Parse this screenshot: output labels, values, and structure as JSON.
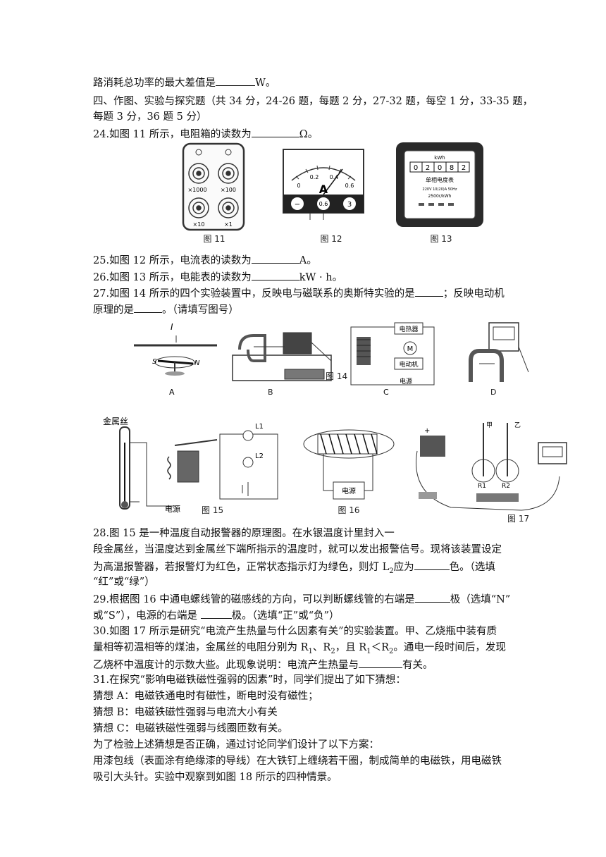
{
  "text": {
    "l1_a": "路消耗总功率的最大差值是",
    "l1_b": "W。",
    "l2": "四、作图、实验与探究题（共 34 分，24-26 题，每题 2 分，27-32 题，每空 1 分，33-35 题，",
    "l3": "每题 3 分，36 题 5 分）",
    "q24_a": "24.如图 11 所示，电阻箱的读数为",
    "q24_b": "Ω。",
    "q25_a": "25.如图 12 所示，电流表的读数为",
    "q25_b": "A。",
    "q26_a": "26.如图 13 所示，电能表的读数为",
    "q26_b": "kW · h。",
    "q27_a": "27.如图 14 所示的四个实验装置中，反映电与磁联系的奥斯特实验的是",
    "q27_b": "；反映电动机",
    "q27_c": "原理的是",
    "q27_d": "。（请填写图号）",
    "q28_a": "28.图 15 是一种温度自动报警器的原理图。在水银温度计里封入一",
    "q28_b": "段金属丝，当温度达到金属丝下端所指示的温度时，就可以发出报警信号。现将该装置设定",
    "q28_c1": "为高温报警器，若报警灯为红色，正常状态指示灯为绿色，则灯 L",
    "q28_c2": "应为",
    "q28_c3": "色。（选填",
    "q28_d": "“红”或“绿”）",
    "q29_a": "29.根据图 16 中通电螺线管的磁感线的方向，可以判断螺线管的右端是",
    "q29_b": "极（选填“N”",
    "q29_c": "或“S”），电源的右端是",
    "q29_d": "极。（选填“正”或“负”）",
    "q30_a": "30.如图 17 所示是研究“电流产生热量与什么因素有关”的实验装置。甲、乙烧瓶中装有质",
    "q30_b1": "量相等初温相等的煤油，金属丝的电阻分别为 R",
    "q30_b2": "、R",
    "q30_b3": "，且 R",
    "q30_b4": "＜R",
    "q30_b5": "。通电一段时间后，发现",
    "q30_c1": "乙烧杯中温度计的示数大些。此现象说明：电流产生热量与",
    "q30_c2": "有关。",
    "q31_a": "31.在探究“影响电磁铁磁性强弱的因素”时，同学们提出了如下猜想：",
    "q31_b": "猜想 A：电磁铁通电时有磁性，断电时没有磁性；",
    "q31_c": "猜想 B：电磁铁磁性强弱与电流大小有关",
    "q31_d": "猜想 C：电磁铁磁性强弱与线圈匝数有关。",
    "q31_e": "为了检验上述猜想是否正确，通过讨论同学们设计了以下方案：",
    "q31_f": "用漆包线（表面涂有绝缘漆的导线）在大铁钉上缠绕若干圈，制成简单的电磁铁，用电磁铁",
    "q31_g": "吸引大头针。实验中观察到如图 18 所示的四种情景。",
    "sub1": "1",
    "sub2": "2"
  },
  "figures": {
    "fig11": "图 11",
    "fig12": "图 12",
    "fig13": "图 13",
    "fig14": "图 14",
    "fig15": "图 15",
    "fig16": "图 16",
    "fig17": "图 17",
    "rb_labels": [
      "×1000",
      "×100",
      "×10",
      "×1"
    ],
    "ammeter_letter": "A",
    "ammeter_terminals": [
      "−",
      "0.6",
      "3"
    ],
    "ammeter_scale": [
      "0",
      "0.2",
      "0.4",
      "0.6"
    ],
    "meter_unit": "kWh",
    "meter_digits": [
      "0",
      "2",
      "0",
      "8",
      "2"
    ],
    "meter_name": "单相电度表",
    "meter_spec1": "220V  10(20)A  50Hz",
    "meter_spec2": "2500r/kWh",
    "f14_letters": [
      "A",
      "B",
      "C",
      "D"
    ],
    "f14_I": "I",
    "f14_S": "S",
    "f14_N": "N",
    "f14_c_labels": [
      "电热器",
      "M",
      "电动机",
      "电源"
    ],
    "f15_label": "金属丝",
    "f15_power": "电源",
    "f15_L1": "L1",
    "f15_L2": "L2",
    "f16_power": "电源",
    "f17_jia": "甲",
    "f17_yi": "乙",
    "f17_R1": "R1",
    "f17_R2": "R2"
  }
}
